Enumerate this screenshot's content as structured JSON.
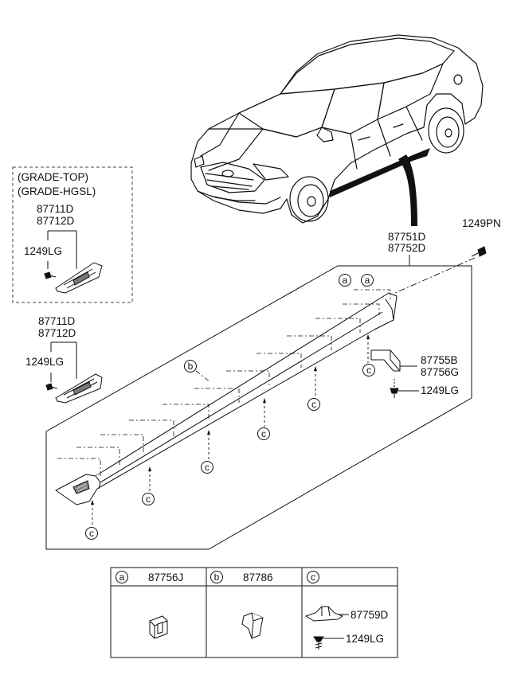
{
  "grade_box": {
    "line1": "(GRADE-TOP)",
    "line2": "(GRADE-HGSL)"
  },
  "labels": {
    "garnish_top_1": "87711D",
    "garnish_top_2": "87712D",
    "screw_top": "1249LG",
    "garnish_mid_1": "87711D",
    "garnish_mid_2": "87712D",
    "screw_mid": "1249LG",
    "sill_1": "87751D",
    "sill_2": "87752D",
    "screw_right": "1249PN",
    "bracket_1": "87755B",
    "bracket_2": "87756G",
    "screw_bracket": "1249LG"
  },
  "callouts": {
    "a": "a",
    "b": "b",
    "c": "c"
  },
  "parts_table": {
    "col_a": {
      "letter": "a",
      "code": "87756J"
    },
    "col_b": {
      "letter": "b",
      "code": "87786"
    },
    "col_c": {
      "letter": "c",
      "clip_code": "87759D",
      "screw_code": "1249LG"
    }
  }
}
